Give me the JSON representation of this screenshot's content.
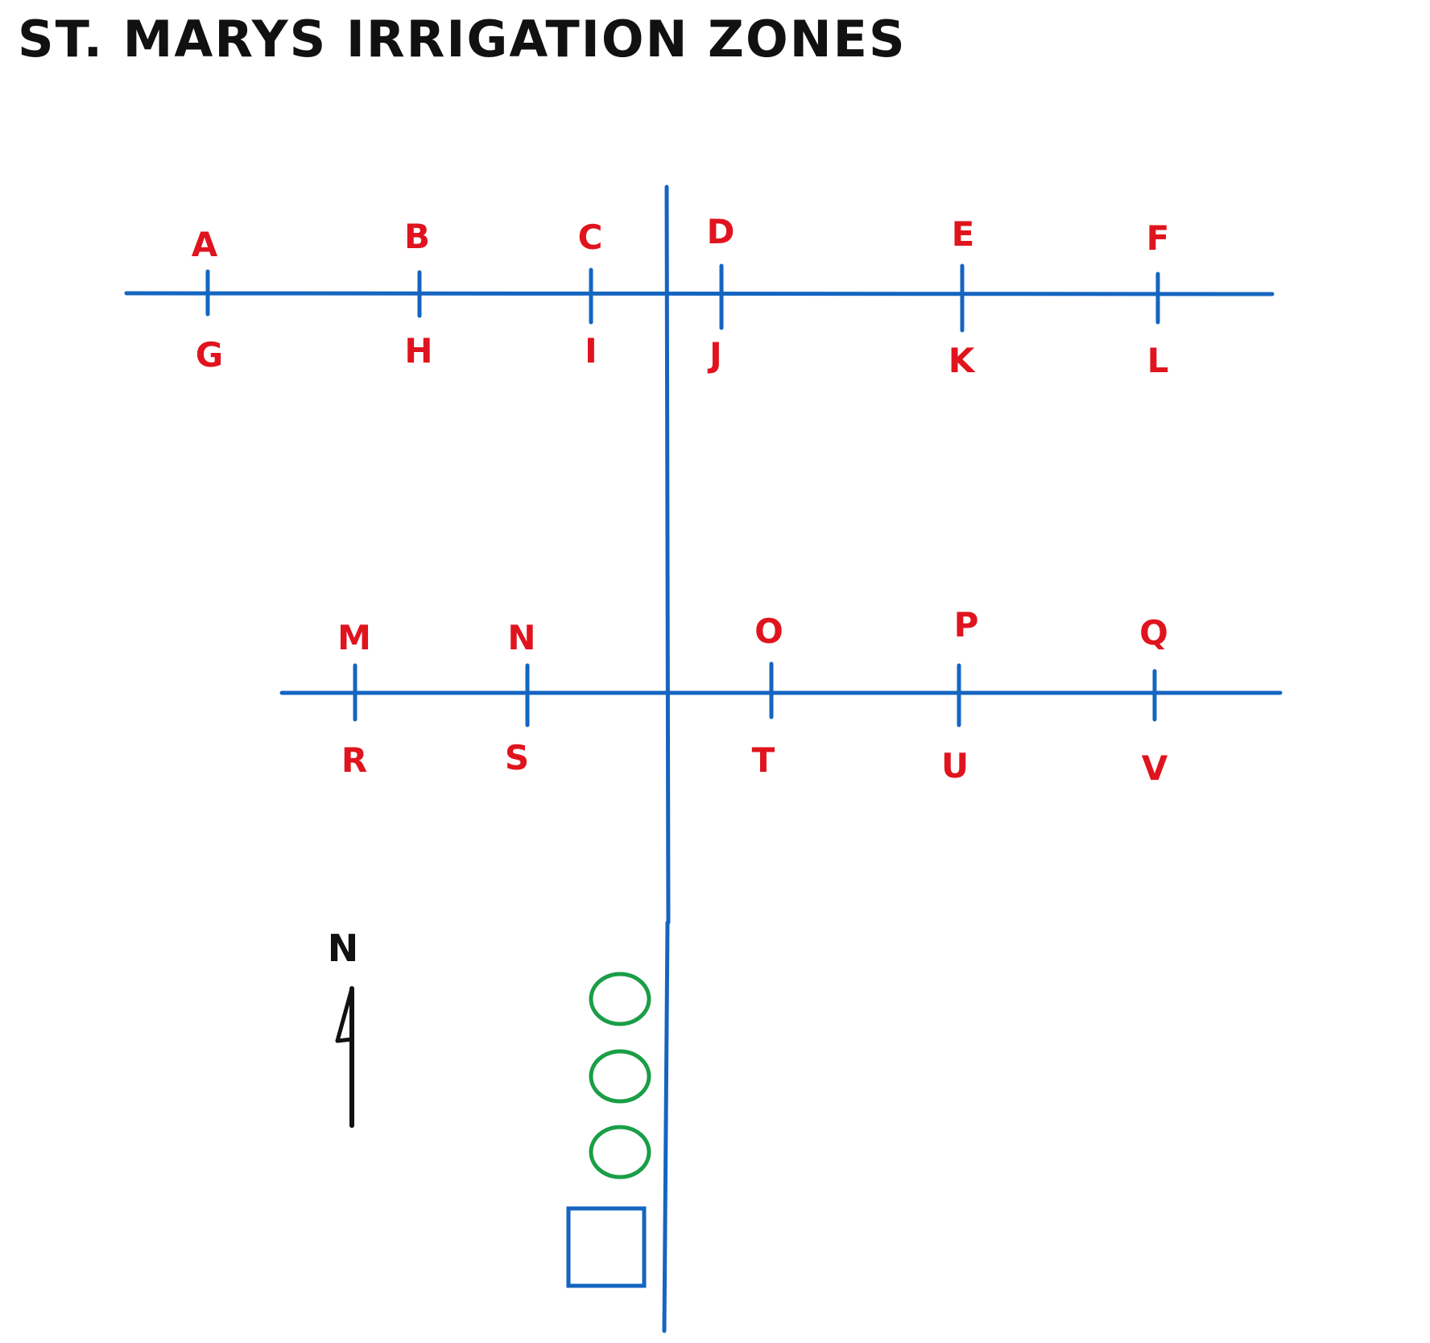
{
  "title": "ST. MARYS IRRIGATION ZONES",
  "colors": {
    "pipe": "#1565c0",
    "label": "#e0141e",
    "emitter": "#1a9e47",
    "ink": "#111111"
  },
  "north_arrow": {
    "label": "N"
  },
  "upper_line_zones": {
    "north_side": [
      "A",
      "B",
      "C",
      "D",
      "E",
      "F"
    ],
    "south_side": [
      "G",
      "H",
      "I",
      "J",
      "K",
      "L"
    ]
  },
  "lower_line_zones": {
    "north_side": [
      "M",
      "N",
      "O",
      "P",
      "Q"
    ],
    "south_side": [
      "R",
      "S",
      "T",
      "U",
      "V"
    ]
  },
  "emitters": {
    "count": 3,
    "icon": "circle-icon"
  },
  "source_box": {
    "icon": "square-icon"
  }
}
